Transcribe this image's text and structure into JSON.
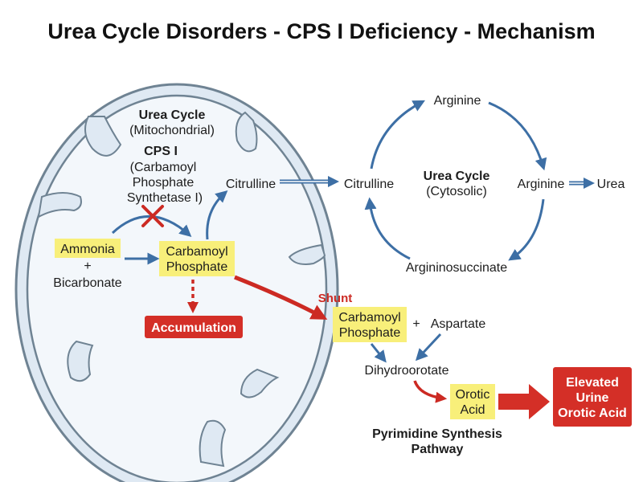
{
  "title": "Urea Cycle Disorders - CPS I Deficiency - Mechanism",
  "mito": {
    "cycle_title": "Urea Cycle",
    "cycle_sub": "(Mitochondrial)",
    "enzyme_title": "CPS I",
    "enzyme_l1": "(Carbamoyl",
    "enzyme_l2": "Phosphate",
    "enzyme_l3": "Synthetase I)",
    "ammonia": "Ammonia",
    "plus": "+",
    "bicarbonate": "Bicarbonate",
    "cp_l1": "Carbamoyl",
    "cp_l2": "Phosphate",
    "citrulline": "Citrulline",
    "accumulation": "Accumulation"
  },
  "cyto": {
    "citrulline": "Citrulline",
    "arginine_top": "Arginine",
    "arginine_right": "Arginine",
    "urea": "Urea",
    "argininosuccinate": "Argininosuccinate",
    "cycle_title": "Urea Cycle",
    "cycle_sub": "(Cytosolic)"
  },
  "pyrimidine": {
    "shunt": "Shunt",
    "cp_l1": "Carbamoyl",
    "cp_l2": "Phosphate",
    "plus": "+",
    "aspartate": "Aspartate",
    "dihydroorotate": "Dihydroorotate",
    "orotic_l1": "Orotic",
    "orotic_l2": "Acid",
    "elevated_l1": "Elevated",
    "elevated_l2": "Urine",
    "elevated_l3": "Orotic Acid",
    "pathway_l1": "Pyrimidine Synthesis",
    "pathway_l2": "Pathway"
  },
  "colors": {
    "blue_arrow": "#3d6fa5",
    "red_arrow": "#cc2a23",
    "highlight_yellow": "#f8ef7a",
    "red_box": "#d42f27",
    "membrane_fill": "#dfe9f3",
    "membrane_stroke": "#6f8393"
  }
}
